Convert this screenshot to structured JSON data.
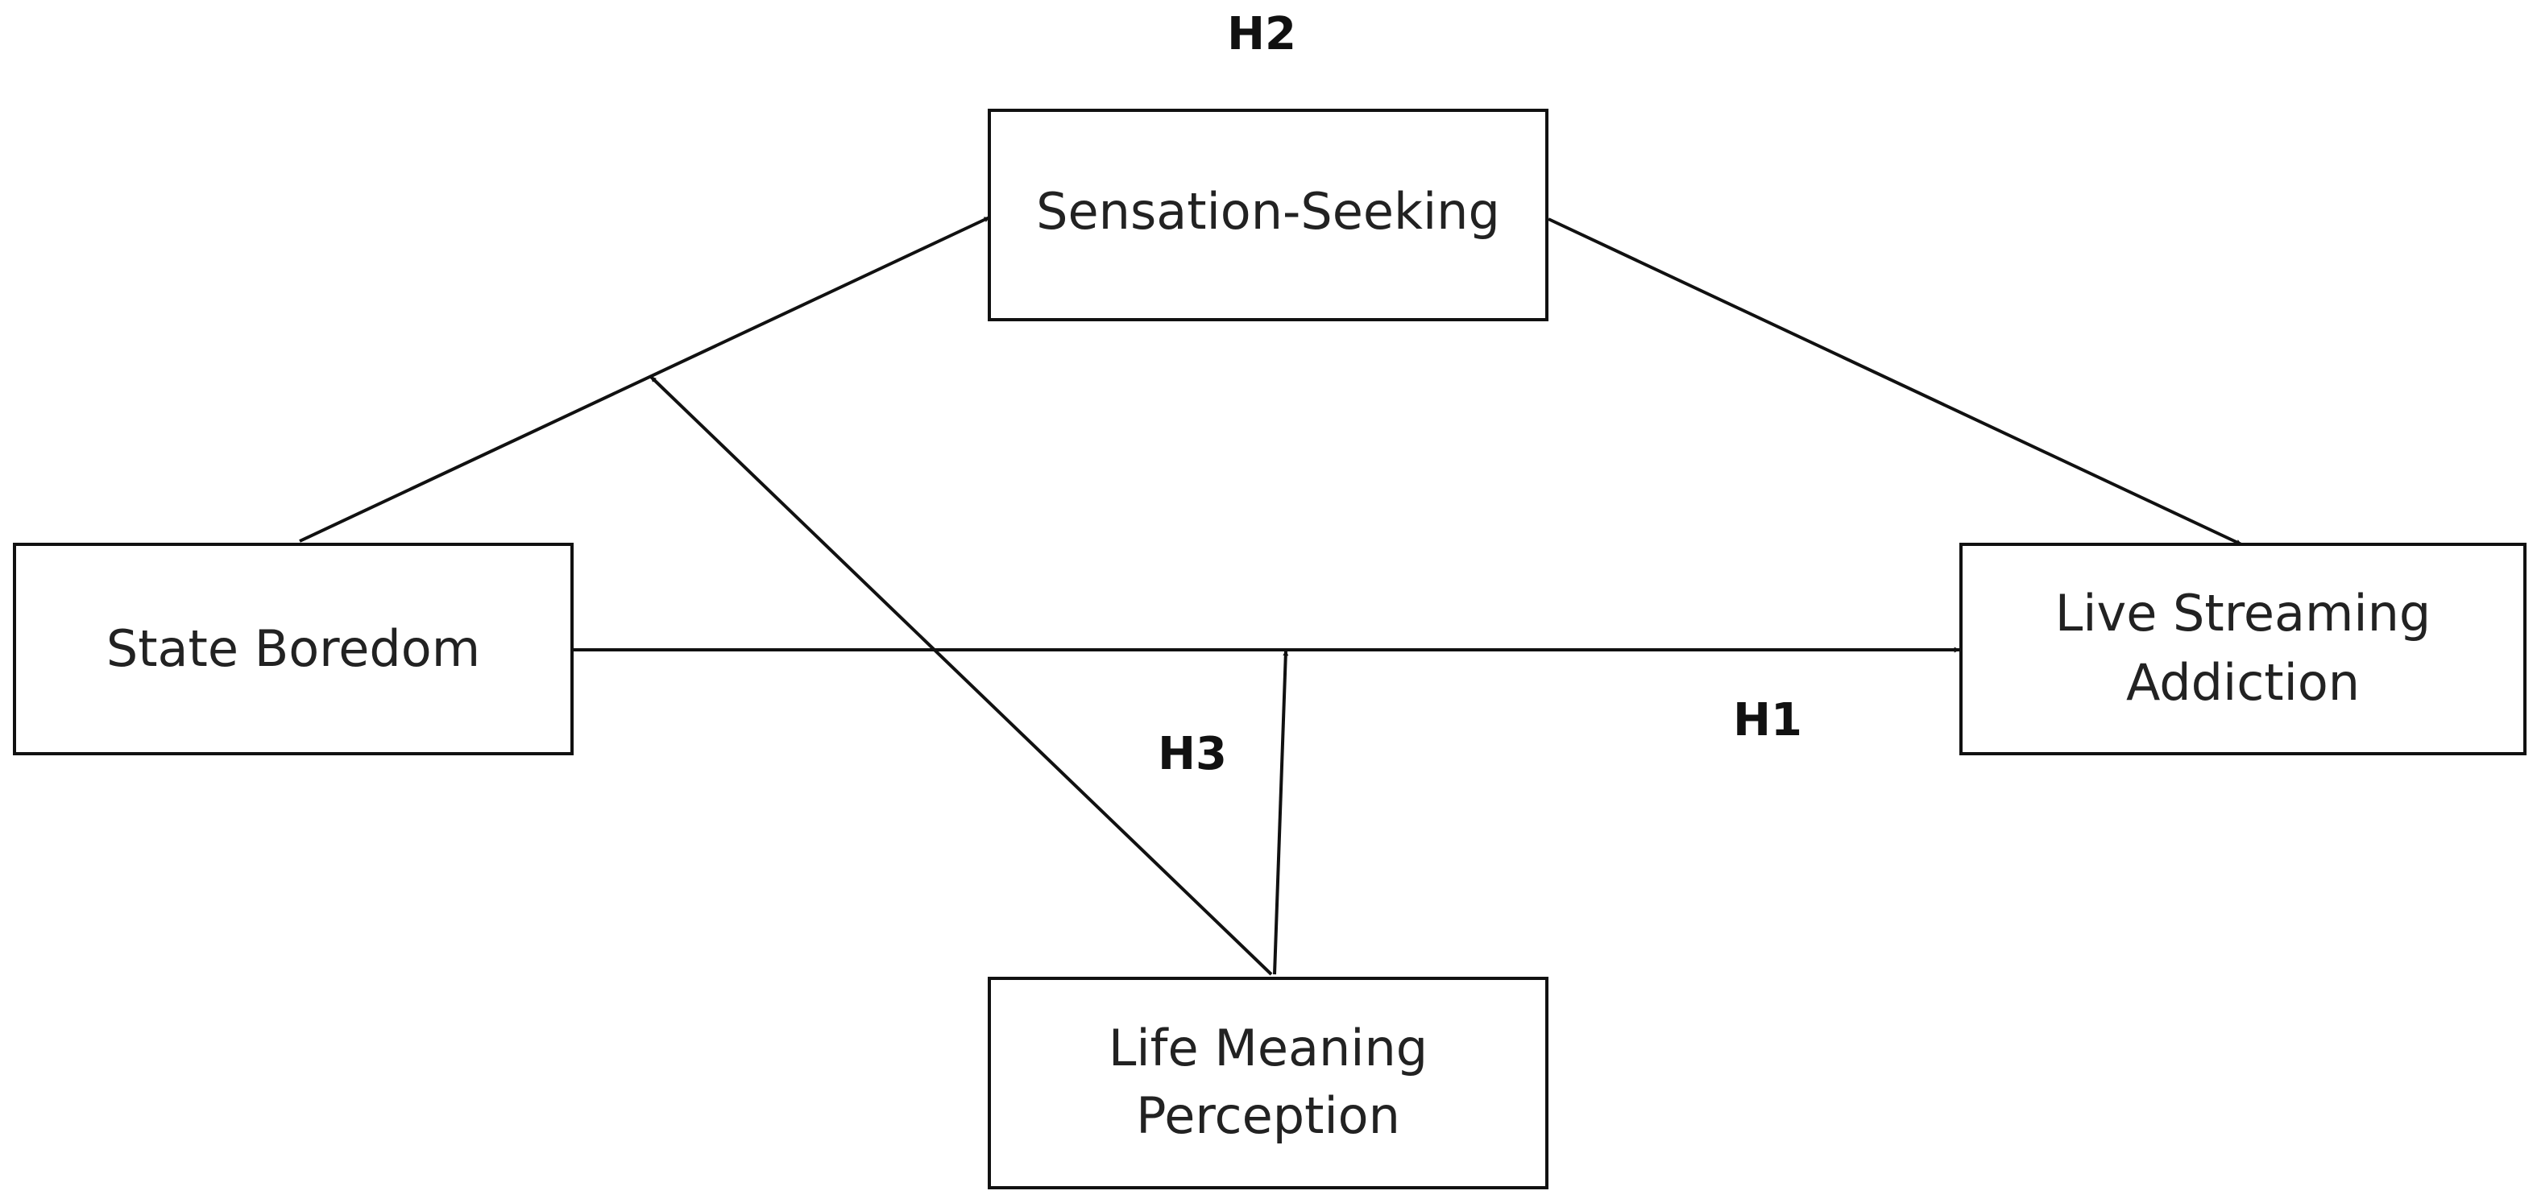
{
  "nodes": {
    "sensation_seeking": {
      "line1": "Sensation-Seeking"
    },
    "state_boredom": {
      "line1": "State Boredom"
    },
    "live_streaming_addiction": {
      "line1": "Live Streaming",
      "line2": "Addiction"
    },
    "life_meaning_perception": {
      "line1": "Life Meaning",
      "line2": "Perception"
    }
  },
  "hypotheses": {
    "h1": "H1",
    "h2": "H2",
    "h3": "H3"
  },
  "colors": {
    "line": "#111111",
    "box_fill": "#ffffff",
    "text": "#222222"
  }
}
